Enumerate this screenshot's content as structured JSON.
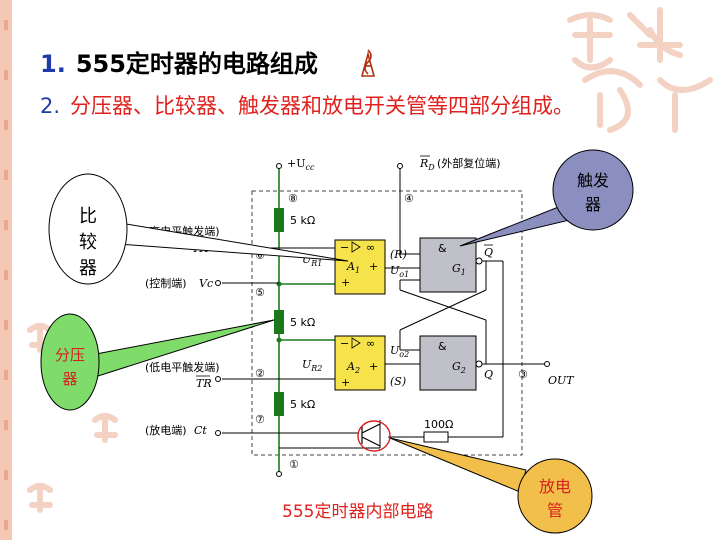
{
  "slide": {
    "title_num": "1.",
    "title_text": "555定时器的电路组成",
    "sub_num": "2.",
    "sub_text": "分压器、比较器、触发器和放电开关管等四部分组成。",
    "caption": "555定时器内部电路"
  },
  "callouts": {
    "comparator": [
      "比",
      "较",
      "器"
    ],
    "flipflop": [
      "触发",
      "器"
    ],
    "divider": [
      "分压",
      "器"
    ],
    "discharge": [
      "放电",
      "管"
    ]
  },
  "circuit": {
    "vcc": "+U",
    "vcc_sub": "cc",
    "rd": "R",
    "rd_sub": "D",
    "rd_note": "(外部复位端)",
    "pin8": "⑧",
    "pin4": "④",
    "pin6": "⑥",
    "pin5": "⑤",
    "pin2": "②",
    "pin7": "⑦",
    "pin3": "③",
    "pin1": "①",
    "res1": "5 kΩ",
    "res2": "5 kΩ",
    "res3": "5 kΩ",
    "res_out": "100Ω",
    "th_note": "(高电平触发端)",
    "th": "TH",
    "vc_note": "(控制端)",
    "vc": "Vc",
    "tr_note": "(低电平触发端)",
    "tr": "TR",
    "ct_note": "(放电端)",
    "ct": "Ct",
    "ur1": "U",
    "ur1_sub": "R1",
    "ur2": "U",
    "ur2_sub": "R2",
    "uo1": "U",
    "uo1_sub": "o1",
    "uo2": "U",
    "uo2_sub": "o2",
    "a1": "A",
    "a1_sub": "1",
    "a2": "A",
    "a2_sub": "2",
    "infty": "∞",
    "minus": "−",
    "plus": "+",
    "amp": "&",
    "g1": "G",
    "g1_sub": "1",
    "g2": "G",
    "g2_sub": "2",
    "r_in": "(R)",
    "s_in": "(S)",
    "q": "Q",
    "qbar": "Q",
    "out": "OUT"
  },
  "colors": {
    "title_num": "#1f3ba8",
    "subtitle": "#e0201c",
    "wire": "#1a7a1a",
    "opamp_fill": "#f6e24a",
    "gate_fill": "#c0c0c8",
    "callout_comparator": "#ffffff",
    "callout_flipflop": "#8a8fc0",
    "callout_divider": "#7fdc6a",
    "callout_discharge": "#f2c04a"
  },
  "icons": [
    "pencil-icon"
  ]
}
